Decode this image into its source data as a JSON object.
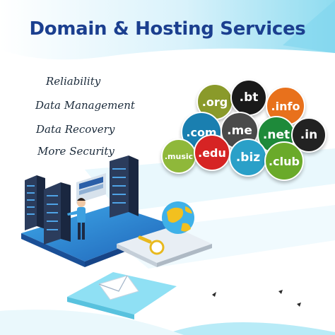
{
  "title": "Domain & Hosting Services",
  "features": [
    "Reliability",
    "Data Management",
    "Data Recovery",
    "More Security"
  ],
  "tlds": [
    {
      "label": ".org",
      "color": "#8a9a2a"
    },
    {
      "label": ".bt",
      "color": "#1a1a1a"
    },
    {
      "label": ".info",
      "color": "#e8711c"
    },
    {
      "label": ".com",
      "color": "#1a7fb0"
    },
    {
      "label": ".me",
      "color": "#4a4a4a"
    },
    {
      "label": ".net",
      "color": "#1e8a3a"
    },
    {
      "label": ".in",
      "color": "#222222"
    },
    {
      "label": ".music",
      "color": "#8fb83a"
    },
    {
      "label": ".edu",
      "color": "#d62424"
    },
    {
      "label": ".biz",
      "color": "#2aa0c8"
    },
    {
      "label": ".club",
      "color": "#6aaa2a"
    }
  ],
  "colors": {
    "title": "#1b3f8f",
    "accent_cyan": "#3ec5e6",
    "platform_blue": "#2a7fd0",
    "server_dark": "#1d2a44"
  }
}
